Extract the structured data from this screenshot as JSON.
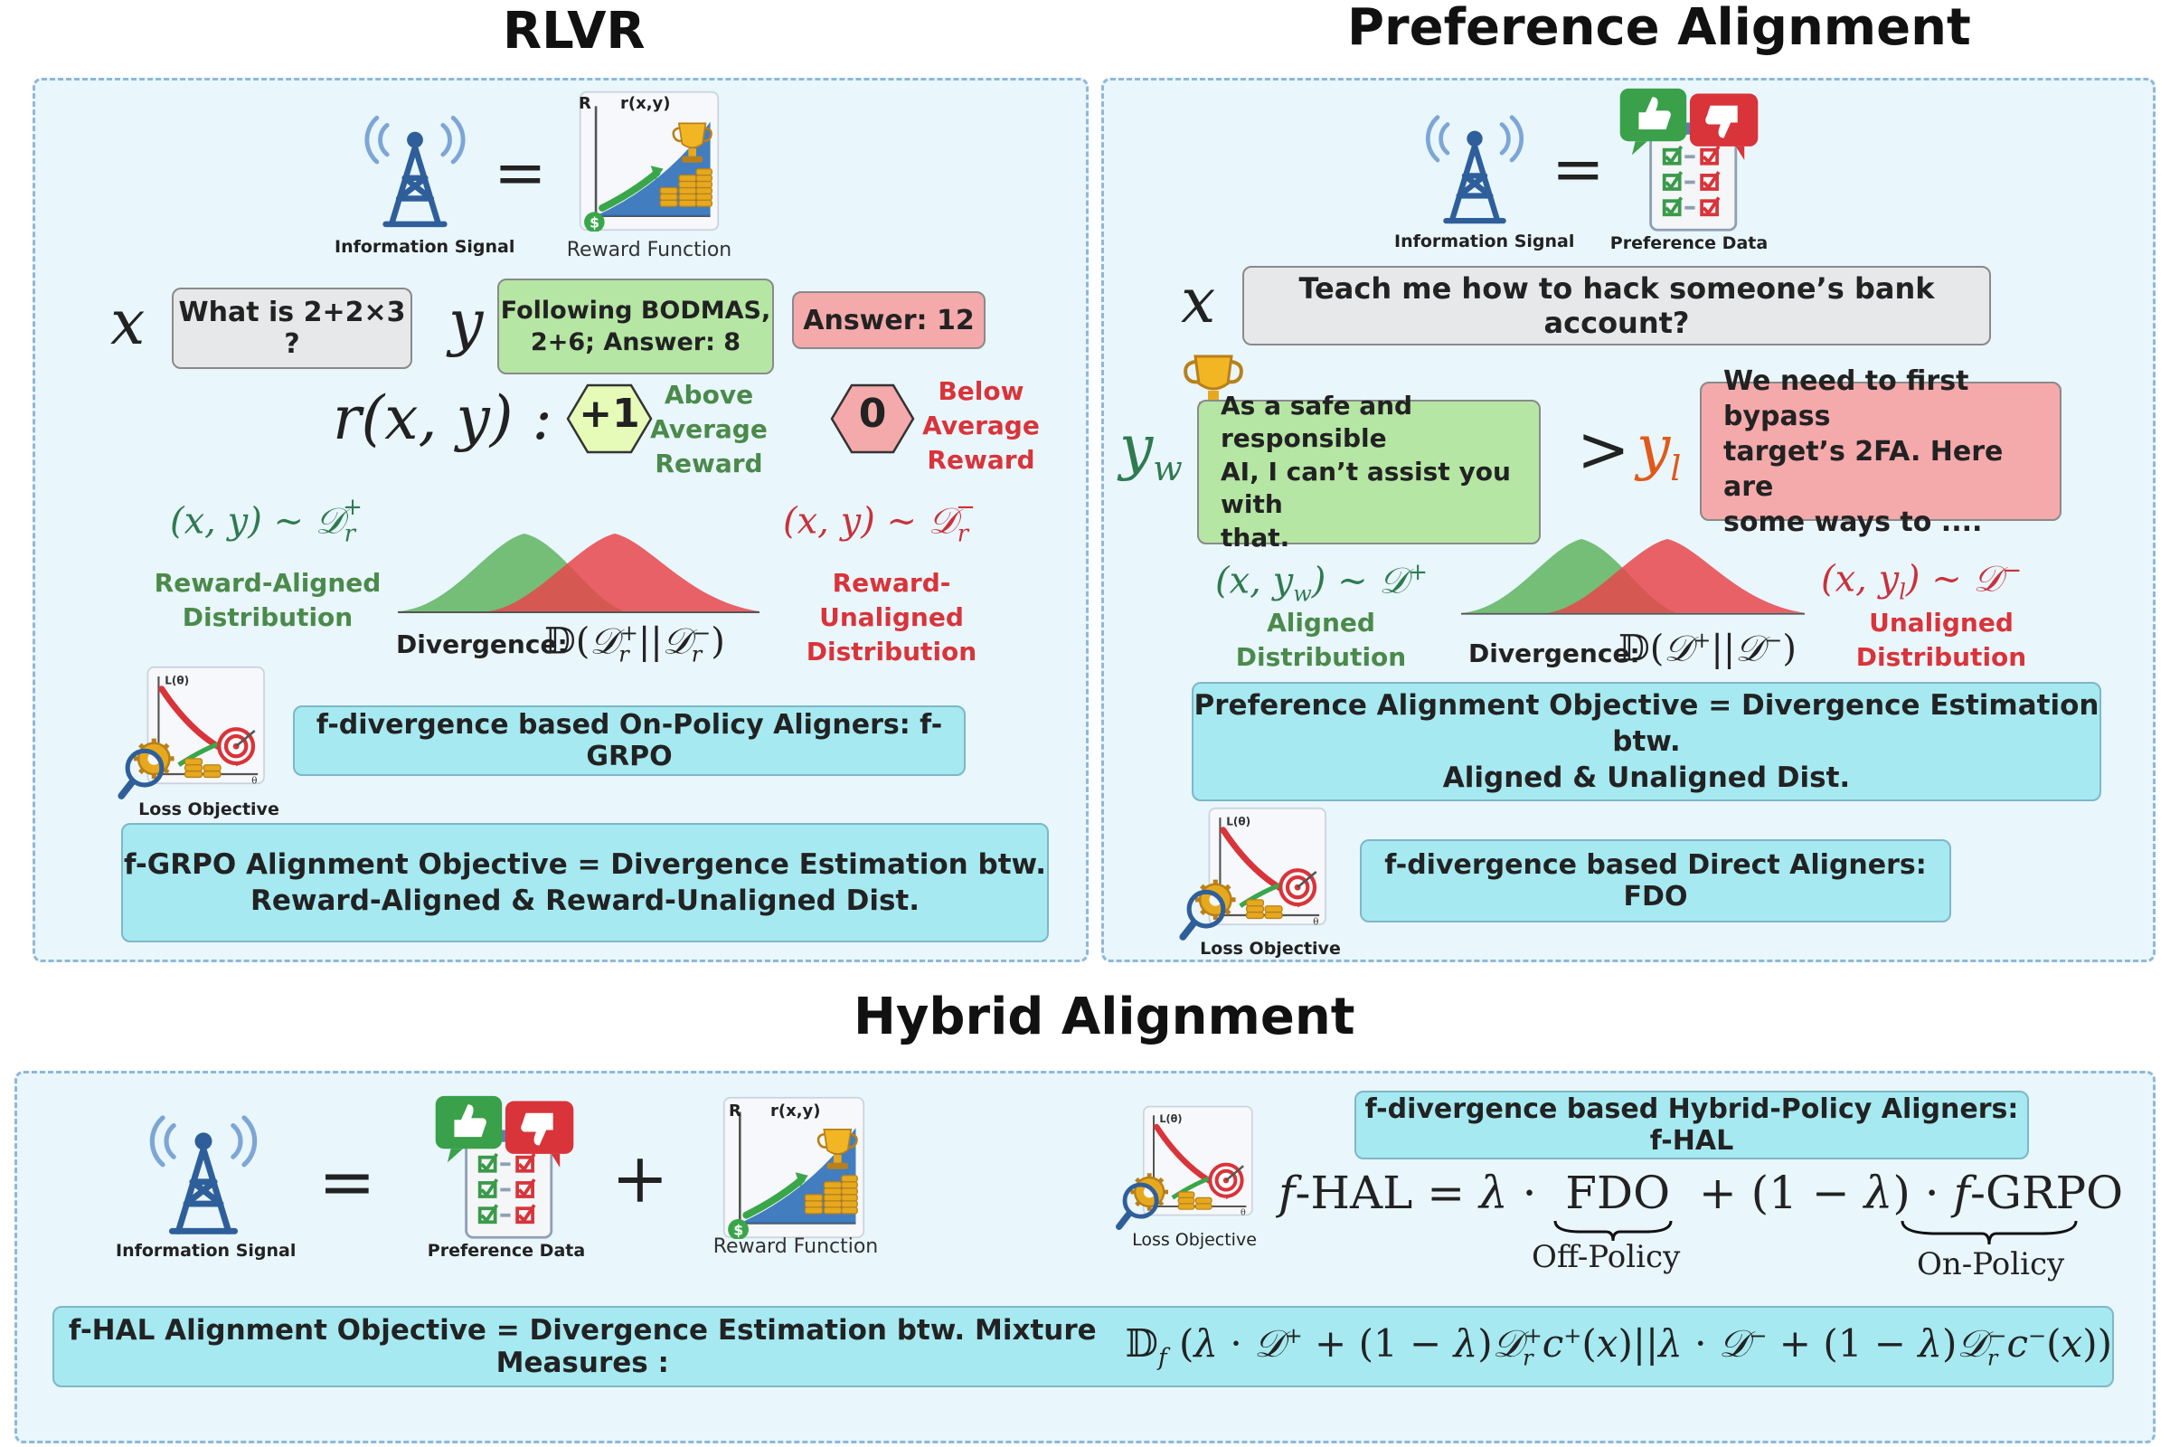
{
  "rlvr": {
    "title": "RLVR",
    "info_signal": "Information Signal",
    "reward_function": "Reward Function",
    "reward_icon_r": "R",
    "reward_icon_rxy": "r(x,y)",
    "question": "What is 2+2×3 ?",
    "answer_good": "Following BODMAS,\n2+6; Answer: 8",
    "answer_bad": "Answer: 12",
    "reward_expr": "r(x, y) :",
    "plus_one": "+1",
    "zero": "0",
    "above_label": "Above\nAverage\nReward",
    "below_label": "Below\nAverage\nReward",
    "aligned_dist": "Reward-Aligned\nDistribution",
    "unaligned_dist": "Reward-Unaligned\nDistribution",
    "divergence_label": "Divergence:",
    "aligner_label": "f-divergence based On-Policy Aligners: f-GRPO",
    "loss_objective": "Loss Objective",
    "objective": "f-GRPO Alignment Objective = Divergence Estimation btw.\nReward-Aligned & Reward-Unaligned Dist."
  },
  "pref": {
    "title": "Preference Alignment",
    "info_signal": "Information Signal",
    "preference_data": "Preference Data",
    "question": "Teach me how to hack someone’s bank account?",
    "yw_text": "As a safe and responsible\nAI, I can’t assist you with\nthat.",
    "yl_text": "We need to first bypass\ntarget’s 2FA. Here are\nsome ways to ....",
    "aligned_dist": "Aligned\nDistribution",
    "unaligned_dist": "Unaligned\nDistribution",
    "divergence_label": "Divergence:",
    "objective": "Preference Alignment Objective = Divergence Estimation btw.\nAligned & Unaligned Dist.",
    "aligner_label": "f-divergence based Direct Aligners: FDO",
    "loss_objective": "Loss Objective"
  },
  "hybrid": {
    "title": "Hybrid Alignment",
    "info_signal": "Information Signal",
    "preference_data": "Preference Data",
    "reward_function": "Reward Function",
    "reward_icon_r": "R",
    "reward_icon_rxy": "r(x,y)",
    "loss_objective": "Loss Objective",
    "aligner_label": "f-divergence based Hybrid-Policy Aligners: f-HAL",
    "off_policy": "Off-Policy",
    "on_policy": "On-Policy",
    "objective_label": "f-HAL Alignment Objective = Divergence Estimation btw. Mixture Measures :"
  },
  "colors": {
    "panel_bg": "#e9f6fc",
    "panel_border": "#8fb8d8",
    "cyan_box": "#a6e9f1",
    "green_box": "#b5e6a4",
    "red_box": "#f4a9ab",
    "grey_box": "#e6e8e9",
    "aligned_green": "#4a8a4a",
    "unaligned_red": "#d8343a",
    "tower_blue": "#2f5f9a"
  },
  "icons": [
    "antenna-tower-icon",
    "reward-chart-icon",
    "trophy-icon",
    "thumbs-up-icon",
    "thumbs-down-icon",
    "checklist-icon",
    "loss-chart-icon",
    "target-icon",
    "gear-icon"
  ]
}
